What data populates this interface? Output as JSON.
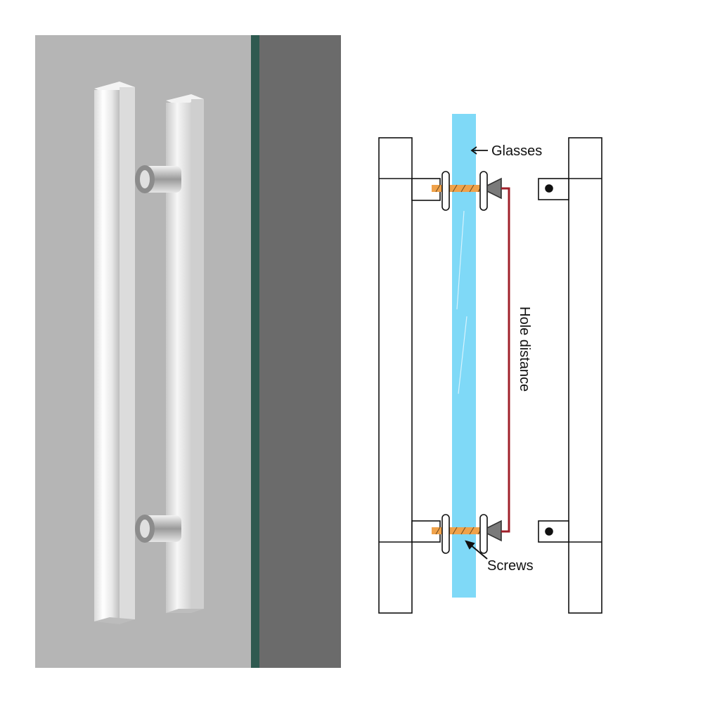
{
  "diagram": {
    "labels": {
      "glasses": "Glasses",
      "hole_distance": "Hole distance",
      "screws": "Screws"
    },
    "colors": {
      "glass": "#7fd9f7",
      "screw": "#f0a24a",
      "hole_distance_line": "#a0202a",
      "outline": "#111111",
      "door_panel": "#b5b5b5",
      "door_edge": "#6b6b6b",
      "glass_edge": "#2f5a50"
    }
  }
}
